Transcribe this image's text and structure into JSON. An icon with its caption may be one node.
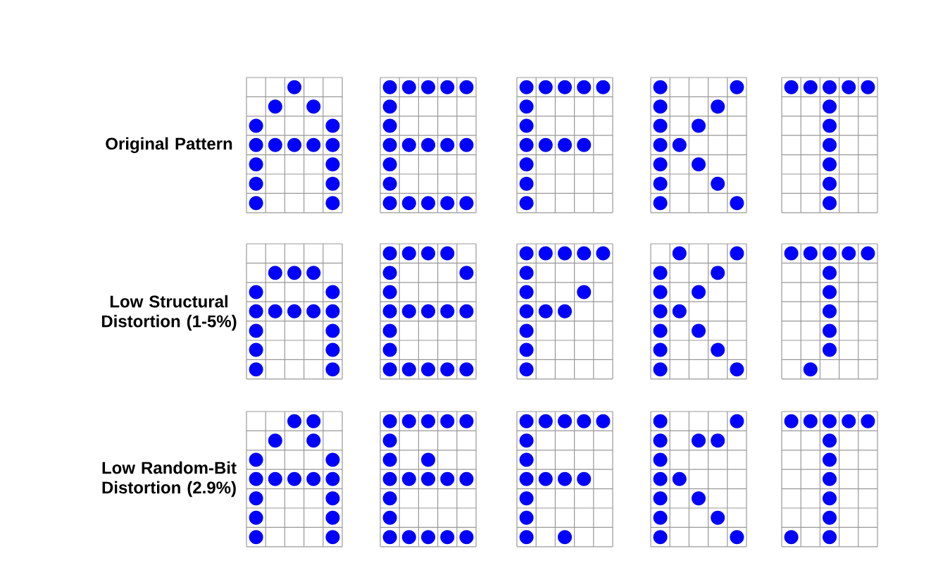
{
  "diagram": {
    "labels": [
      "Original Pattern",
      "Low Structural Distortion (1-5%)",
      "Low Random-Bit Distortion (2.9%)"
    ]
  }
}
